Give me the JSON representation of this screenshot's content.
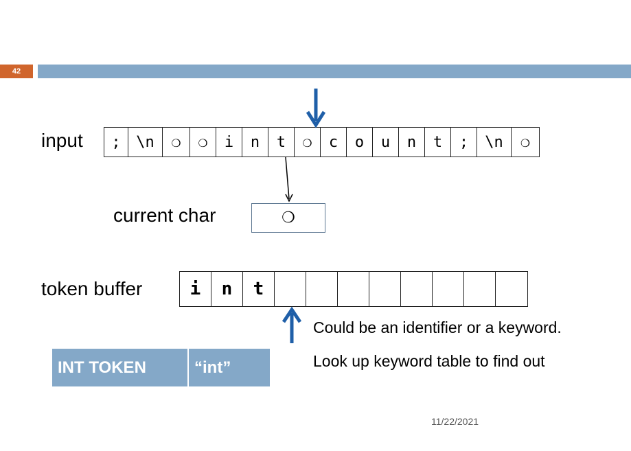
{
  "slide_number": "42",
  "labels": {
    "input": "input",
    "current_char": "current char",
    "token_buffer": "token buffer"
  },
  "input_chars": [
    ";",
    "\\n",
    "❍",
    "❍",
    "i",
    "n",
    "t",
    "❍",
    "c",
    "o",
    "u",
    "n",
    "t",
    ";",
    "\\n",
    "❍"
  ],
  "current_char": "❍",
  "token_buffer": [
    "i",
    "n",
    "t",
    "",
    "",
    "",
    "",
    "",
    "",
    "",
    ""
  ],
  "token": {
    "type": "INT TOKEN",
    "value": "“int”"
  },
  "notes": [
    "Could be an identifier or a keyword.",
    "Look up keyword table to find out"
  ],
  "date": "11/22/2021",
  "colors": {
    "accent": "#84a8c8",
    "slide_num_bg": "#d0652c",
    "arrow": "#1f5fa8"
  }
}
